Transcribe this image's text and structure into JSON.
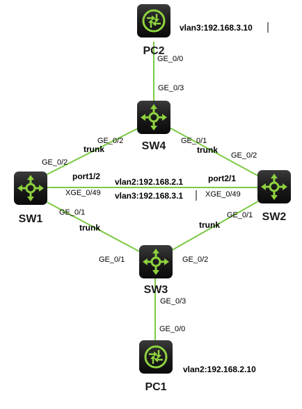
{
  "devices": {
    "pc2": {
      "label": "PC2",
      "kind": "router",
      "note": "vlan3:192.168.3.10"
    },
    "sw4": {
      "label": "SW4",
      "kind": "switch"
    },
    "sw1": {
      "label": "SW1",
      "kind": "switch"
    },
    "sw2": {
      "label": "SW2",
      "kind": "switch"
    },
    "sw3": {
      "label": "SW3",
      "kind": "switch"
    },
    "pc1": {
      "label": "PC1",
      "kind": "router",
      "note": "vlan2:192.168.2.10"
    }
  },
  "ports": {
    "pc2_ge00": "GE_0/0",
    "sw4_ge03": "GE_0/3",
    "sw4_ge02": "GE_0/2",
    "sw4_ge01": "GE_0/1",
    "sw1_ge02": "GE_0/2",
    "sw1_ge01": "GE_0/1",
    "sw1_xge049": "XGE_0/49",
    "sw2_ge02": "GE_0/2",
    "sw2_ge01": "GE_0/1",
    "sw2_xge049": "XGE_0/49",
    "sw3_ge01": "GE_0/1",
    "sw3_ge02": "GE_0/2",
    "sw3_ge03": "GE_0/3",
    "pc1_ge00": "GE_0/0"
  },
  "link_labels": {
    "sw1_sw4": "trunk",
    "sw4_sw2": "trunk",
    "sw1_sw3": "trunk",
    "sw2_sw3": "trunk",
    "sw1_port": "port1/2",
    "sw2_port": "port2/1",
    "vlan2_ip": "vlan2:192.168.2.1",
    "vlan3_ip": "vlan3:192.168.3.1"
  },
  "colors": {
    "link": "#7ac943",
    "icon_bg": "#1c1c1c",
    "icon_fg": "#8ed13f"
  }
}
